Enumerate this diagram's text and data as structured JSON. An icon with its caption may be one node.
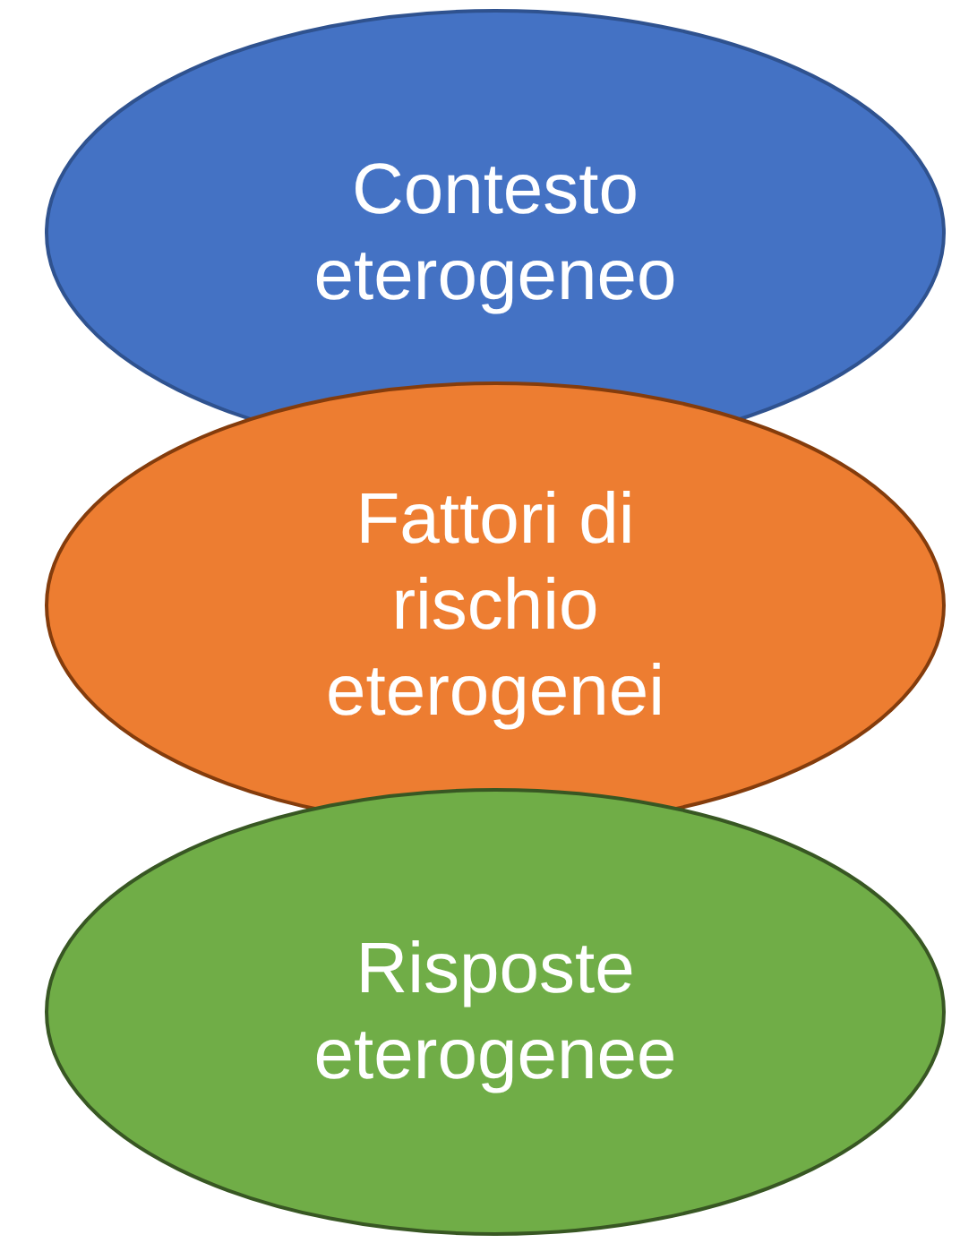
{
  "diagram": {
    "nodes": [
      {
        "text": [
          "Contesto eterogeneo"
        ]
      },
      {
        "text": [
          "Fattori di rischio eterogenei"
        ]
      },
      {
        "text": [
          "Risposte eterogenee"
        ]
      }
    ]
  }
}
